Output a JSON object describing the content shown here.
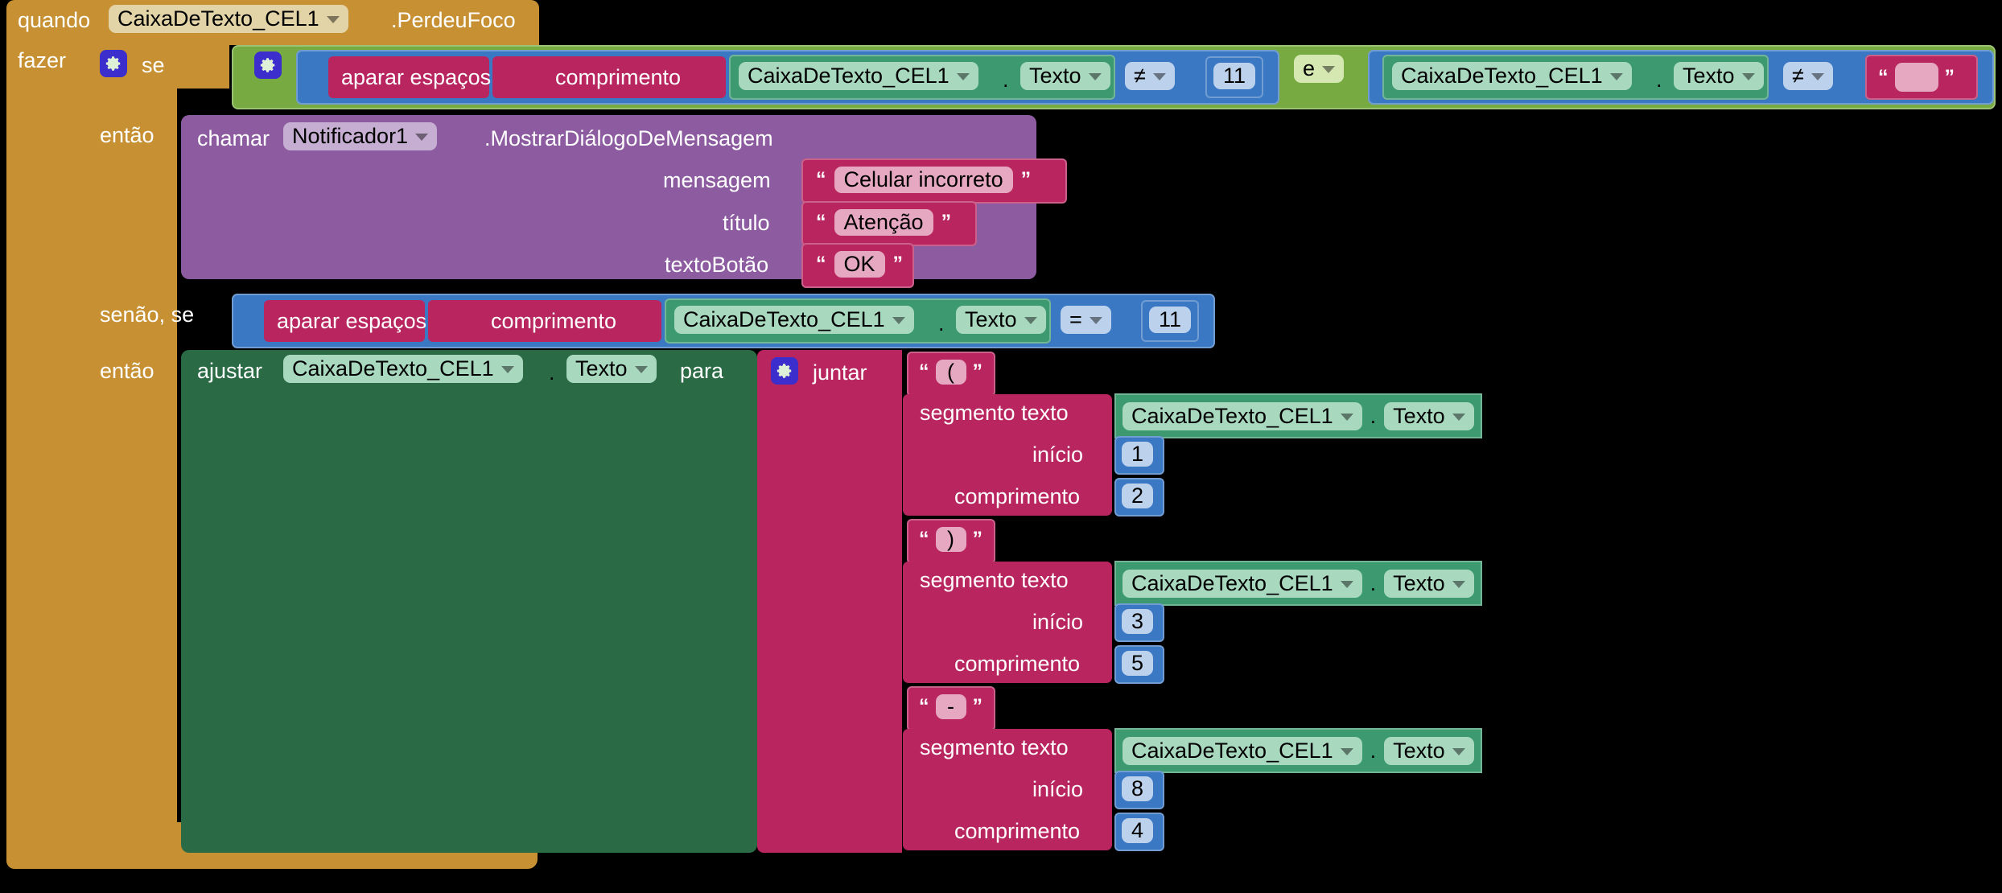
{
  "app": {
    "name": "MIT App Inventor Blocks Editor",
    "language": "pt-BR"
  },
  "colors": {
    "event": "#c79133",
    "control": "#c79133",
    "logic": "#77ab41",
    "math": "#3b78c3",
    "text": "#b8255f",
    "getter": "#3d9970",
    "setter": "#2a6b45",
    "notifier": "#8c5ba0",
    "mutator_gear": "#3b2ecc",
    "canvas": "#000000"
  },
  "event_block": {
    "keyword_when": "quando",
    "component": "CaixaDeTexto_CEL1",
    "event_name": ".PerdeuFoco",
    "keyword_do": "fazer"
  },
  "if_block": {
    "gear_icon": "gear-icon",
    "keyword_if": "se",
    "keyword_then_1": "então",
    "keyword_elseif": "senão, se",
    "keyword_then_2": "então"
  },
  "condition_1": {
    "logic_gear_icon": "gear-icon",
    "operator": "e",
    "operator_caret": "chevron-down-icon",
    "left": {
      "trim": "aparar espaços",
      "length": "comprimento",
      "component": "CaixaDeTexto_CEL1",
      "dot": ".",
      "property": "Texto",
      "compare_op": "≠",
      "number": "11"
    },
    "right": {
      "component": "CaixaDeTexto_CEL1",
      "dot": ".",
      "property": "Texto",
      "compare_op": "≠",
      "string_value": ""
    }
  },
  "notifier_call": {
    "keyword_call": "chamar",
    "component": "Notificador1",
    "method": ".MostrarDiálogoDeMensagem",
    "params": [
      {
        "label": "mensagem",
        "value": "Celular incorreto"
      },
      {
        "label": "título",
        "value": "Atenção"
      },
      {
        "label": "textoBotão",
        "value": "OK"
      }
    ]
  },
  "condition_2": {
    "trim": "aparar espaços",
    "length": "comprimento",
    "component": "CaixaDeTexto_CEL1",
    "dot": ".",
    "property": "Texto",
    "compare_op": "=",
    "number": "11"
  },
  "set_block": {
    "keyword_set": "ajustar",
    "component": "CaixaDeTexto_CEL1",
    "dot": ".",
    "property": "Texto",
    "keyword_to": "para"
  },
  "join_block": {
    "gear_icon": "gear-icon",
    "label": "juntar",
    "items": [
      {
        "kind": "text",
        "value": "("
      },
      {
        "kind": "segment",
        "label": "segmento  texto",
        "source_component": "CaixaDeTexto_CEL1",
        "dot": ".",
        "source_property": "Texto",
        "start_label": "início",
        "start": "1",
        "length_label": "comprimento",
        "length": "2"
      },
      {
        "kind": "text",
        "value": ")"
      },
      {
        "kind": "segment",
        "label": "segmento  texto",
        "source_component": "CaixaDeTexto_CEL1",
        "dot": ".",
        "source_property": "Texto",
        "start_label": "início",
        "start": "3",
        "length_label": "comprimento",
        "length": "5"
      },
      {
        "kind": "text",
        "value": "-"
      },
      {
        "kind": "segment",
        "label": "segmento  texto",
        "source_component": "CaixaDeTexto_CEL1",
        "dot": ".",
        "source_property": "Texto",
        "start_label": "início",
        "start": "8",
        "length_label": "comprimento",
        "length": "4"
      }
    ]
  }
}
